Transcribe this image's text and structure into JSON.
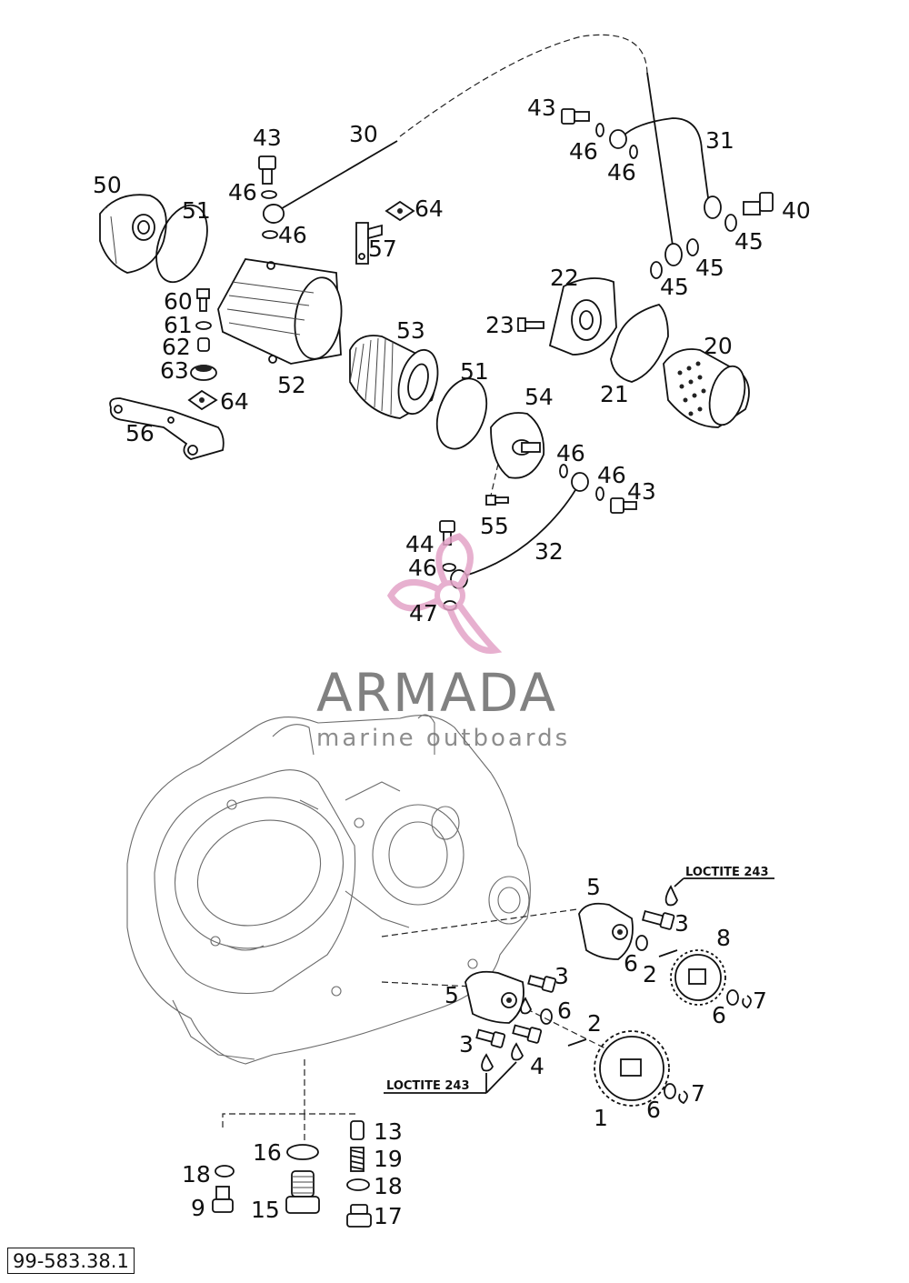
{
  "doc_ref": "99-583.38.1",
  "watermark": {
    "brand": "ARMADA",
    "tagline": "marine outboards",
    "accent_color": "#e3a3c7",
    "text_color": "#6c6c6c"
  },
  "notes": {
    "loctite_top": "LOCTITE 243",
    "loctite_bottom": "LOCTITE 243"
  },
  "callouts": {
    "c43a": "43",
    "c30": "30",
    "c46a": "46",
    "c46b": "46",
    "c50": "50",
    "c51a": "51",
    "c57": "57",
    "c64a": "64",
    "c60": "60",
    "c61": "61",
    "c62": "62",
    "c63": "63",
    "c64b": "64",
    "c56": "56",
    "c52": "52",
    "c53": "53",
    "c51b": "51",
    "c43b": "43",
    "c46c": "46",
    "c46d": "46",
    "c31": "31",
    "c40": "40",
    "c45a": "45",
    "c45b": "45",
    "c45c": "45",
    "c22": "22",
    "c23": "23",
    "c20": "20",
    "c21": "21",
    "c54": "54",
    "c46e": "46",
    "c46f": "46",
    "c43c": "43",
    "c55": "55",
    "c44": "44",
    "c46g": "46",
    "c32": "32",
    "c47": "47",
    "c5a": "5",
    "c3a": "3",
    "c8": "8",
    "c6a": "6",
    "c2a": "2",
    "c7a": "7",
    "c6b": "6",
    "c5b": "5",
    "c3b": "3",
    "c6c": "6",
    "c2b": "2",
    "c3c": "3",
    "c4": "4",
    "c1": "1",
    "c6d": "6",
    "c7b": "7",
    "c13": "13",
    "c16": "16",
    "c19": "19",
    "c18a": "18",
    "c18b": "18",
    "c9": "9",
    "c15": "15",
    "c17": "17"
  }
}
